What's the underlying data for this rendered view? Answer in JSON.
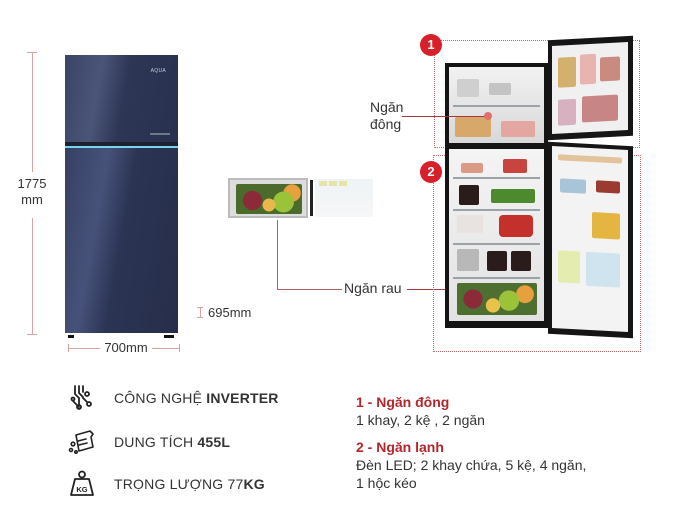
{
  "dimensions": {
    "height_value": "1775",
    "height_unit": "mm",
    "width_label": "700mm",
    "depth_label": "695mm"
  },
  "closed_fridge": {
    "brand_logo": "AQUA",
    "colors": {
      "glass": "#2f3858",
      "accent_strip": "#7ad4ef"
    }
  },
  "callouts": {
    "freezer_label_line1": "Ngăn",
    "freezer_label_line2": "đông",
    "crisper_label": "Ngăn rau"
  },
  "zones": [
    {
      "number": "1",
      "color": "#d8202a"
    },
    {
      "number": "2",
      "color": "#d8202a"
    }
  ],
  "features": [
    {
      "icon": "inverter-circuit-icon",
      "label": "CÔNG NGHỆ ",
      "value": "INVERTER"
    },
    {
      "icon": "capacity-jug-icon",
      "label": "DUNG TÍCH ",
      "value": "455L"
    },
    {
      "icon": "weight-kg-icon",
      "label": "TRỌNG LƯỢNG 77",
      "value": "KG",
      "icon_text": "KG"
    }
  ],
  "specs": [
    {
      "title": "1 - Ngăn đông",
      "description": "1 khay, 2 kệ , 2 ngăn"
    },
    {
      "title": "2 - Ngăn lạnh",
      "description_line1": "Đèn LED; 2 khay chứa, 5 kệ, 4 ngăn,",
      "description_line2": "1 hộc kéo"
    }
  ],
  "colors": {
    "accent_red": "#b3262d",
    "dimension_line": "#d9a3a3"
  }
}
